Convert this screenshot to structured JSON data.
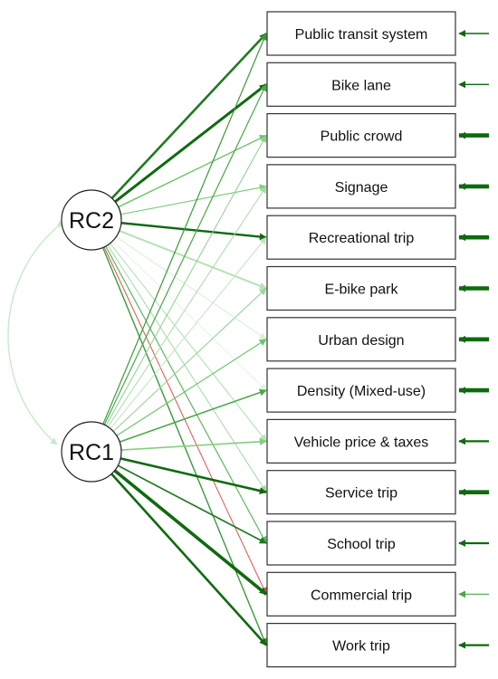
{
  "factors": [
    {
      "id": "RC2",
      "label": "RC2"
    },
    {
      "id": "RC1",
      "label": "RC1"
    }
  ],
  "indicators": [
    {
      "id": "public_transit",
      "label": "Public transit system",
      "residual_weight": "thin"
    },
    {
      "id": "bike_lane",
      "label": "Bike lane",
      "residual_weight": "thin"
    },
    {
      "id": "public_crowd",
      "label": "Public crowd",
      "residual_weight": "thick"
    },
    {
      "id": "signage",
      "label": "Signage",
      "residual_weight": "thick"
    },
    {
      "id": "recreational_trip",
      "label": "Recreational trip",
      "residual_weight": "thick"
    },
    {
      "id": "ebike_park",
      "label": "E-bike park",
      "residual_weight": "thick"
    },
    {
      "id": "urban_design",
      "label": "Urban design",
      "residual_weight": "thick"
    },
    {
      "id": "density",
      "label": "Density (Mixed-use)",
      "residual_weight": "thick"
    },
    {
      "id": "vehicle_price",
      "label": "Vehicle price & taxes",
      "residual_weight": "medium"
    },
    {
      "id": "service_trip",
      "label": "Service trip",
      "residual_weight": "thick"
    },
    {
      "id": "school_trip",
      "label": "School trip",
      "residual_weight": "medium"
    },
    {
      "id": "commercial_trip",
      "label": "Commercial trip",
      "residual_weight": "thin-light"
    },
    {
      "id": "work_trip",
      "label": "Work trip",
      "residual_weight": "medium"
    }
  ],
  "loadings": [
    {
      "from": "RC2",
      "to": "public_transit",
      "weight": 2.6,
      "color": "#1e7a1e"
    },
    {
      "from": "RC2",
      "to": "bike_lane",
      "weight": 3.0,
      "color": "#0f6a0f"
    },
    {
      "from": "RC2",
      "to": "public_crowd",
      "weight": 1.4,
      "color": "#6cc56c"
    },
    {
      "from": "RC2",
      "to": "signage",
      "weight": 1.2,
      "color": "#7fcf7f"
    },
    {
      "from": "RC2",
      "to": "recreational_trip",
      "weight": 2.4,
      "color": "#0f6a0f"
    },
    {
      "from": "RC2",
      "to": "ebike_park",
      "weight": 2.0,
      "color": "#b4e2b4"
    },
    {
      "from": "RC2",
      "to": "urban_design",
      "weight": 1.0,
      "color": "#d6efd6"
    },
    {
      "from": "RC2",
      "to": "density",
      "weight": 1.0,
      "color": "#e3f3e3"
    },
    {
      "from": "RC2",
      "to": "vehicle_price",
      "weight": 1.2,
      "color": "#b8e2b8"
    },
    {
      "from": "RC2",
      "to": "service_trip",
      "weight": 1.0,
      "color": "#a3d9a3"
    },
    {
      "from": "RC2",
      "to": "school_trip",
      "weight": 1.2,
      "color": "#5cb85c"
    },
    {
      "from": "RC2",
      "to": "commercial_trip",
      "weight": 1.0,
      "color": "#d9534f"
    },
    {
      "from": "RC2",
      "to": "work_trip",
      "weight": 1.4,
      "color": "#3a9a3a"
    },
    {
      "from": "RC1",
      "to": "public_transit",
      "weight": 1.2,
      "color": "#3a9a3a"
    },
    {
      "from": "RC1",
      "to": "bike_lane",
      "weight": 1.2,
      "color": "#4aa84a"
    },
    {
      "from": "RC1",
      "to": "public_crowd",
      "weight": 1.0,
      "color": "#8bd18b"
    },
    {
      "from": "RC1",
      "to": "signage",
      "weight": 1.0,
      "color": "#a7dba7"
    },
    {
      "from": "RC1",
      "to": "recreational_trip",
      "weight": 1.0,
      "color": "#bfe6bf"
    },
    {
      "from": "RC1",
      "to": "ebike_park",
      "weight": 1.2,
      "color": "#9ed79e"
    },
    {
      "from": "RC1",
      "to": "urban_design",
      "weight": 1.2,
      "color": "#6cc56c"
    },
    {
      "from": "RC1",
      "to": "density",
      "weight": 1.6,
      "color": "#4aa84a"
    },
    {
      "from": "RC1",
      "to": "vehicle_price",
      "weight": 1.6,
      "color": "#7fcf7f"
    },
    {
      "from": "RC1",
      "to": "service_trip",
      "weight": 2.6,
      "color": "#0f6a0f"
    },
    {
      "from": "RC1",
      "to": "school_trip",
      "weight": 1.6,
      "color": "#1e7a1e"
    },
    {
      "from": "RC1",
      "to": "commercial_trip",
      "weight": 3.6,
      "color": "#0f6a0f"
    },
    {
      "from": "RC1",
      "to": "work_trip",
      "weight": 2.6,
      "color": "#0f6a0f"
    }
  ],
  "covariance": {
    "from": "RC2",
    "to": "RC1",
    "color": "#c9e9c9"
  },
  "colors": {
    "residual": "#0f6a0f",
    "residual_light": "#4aa84a",
    "box_border": "#333333",
    "factor_border": "#222222"
  }
}
